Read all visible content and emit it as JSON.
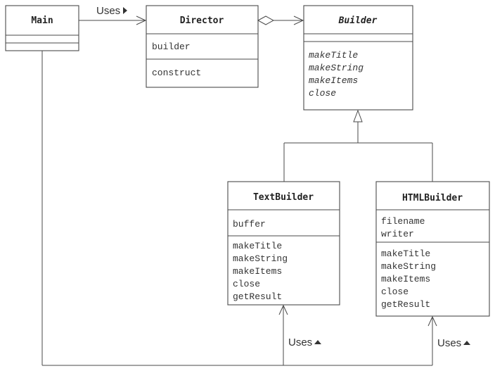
{
  "classes": {
    "main": {
      "name": "Main",
      "fields": [],
      "methods": []
    },
    "director": {
      "name": "Director",
      "fields": [
        "builder"
      ],
      "methods": [
        "construct"
      ]
    },
    "builder": {
      "name": "Builder",
      "abstract": true,
      "fields": [],
      "methods": [
        "makeTitle",
        "makeString",
        "makeItems",
        "close"
      ]
    },
    "text_builder": {
      "name": "TextBuilder",
      "fields": [
        "buffer"
      ],
      "methods": [
        "makeTitle",
        "makeString",
        "makeItems",
        "close",
        "getResult"
      ]
    },
    "html_builder": {
      "name": "HTMLBuilder",
      "fields": [
        "filename",
        "writer"
      ],
      "methods": [
        "makeTitle",
        "makeString",
        "makeItems",
        "close",
        "getResult"
      ]
    }
  },
  "relations": {
    "main_director": {
      "label": "Uses",
      "marker": "triangle-right"
    },
    "main_text_builder": {
      "label": "Uses",
      "marker": "triangle-up"
    },
    "main_html_builder": {
      "label": "Uses",
      "marker": "triangle-up"
    }
  }
}
